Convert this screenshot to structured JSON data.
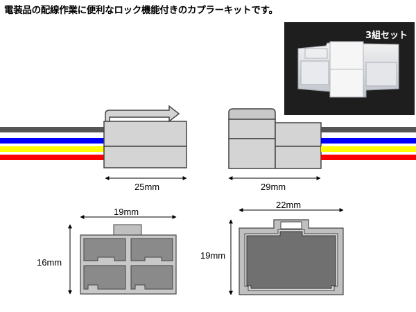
{
  "heading": "電装品の配線作業に便利なロック機能付きのカプラーキットです。",
  "photo": {
    "label": "3組セット"
  },
  "dimensions": {
    "male_length": "25mm",
    "female_length": "29mm",
    "male_width": "19mm",
    "male_height": "16mm",
    "female_width": "22mm",
    "female_height": "19mm"
  },
  "wire_colors": [
    "#555555",
    "#0000ff",
    "#ffff00",
    "#ff0000"
  ],
  "colors": {
    "housing_fill": "#d4d4d4",
    "housing_stroke": "#444444",
    "face_inner": "#8a8a8a",
    "face_outer": "#c0c0c0"
  }
}
